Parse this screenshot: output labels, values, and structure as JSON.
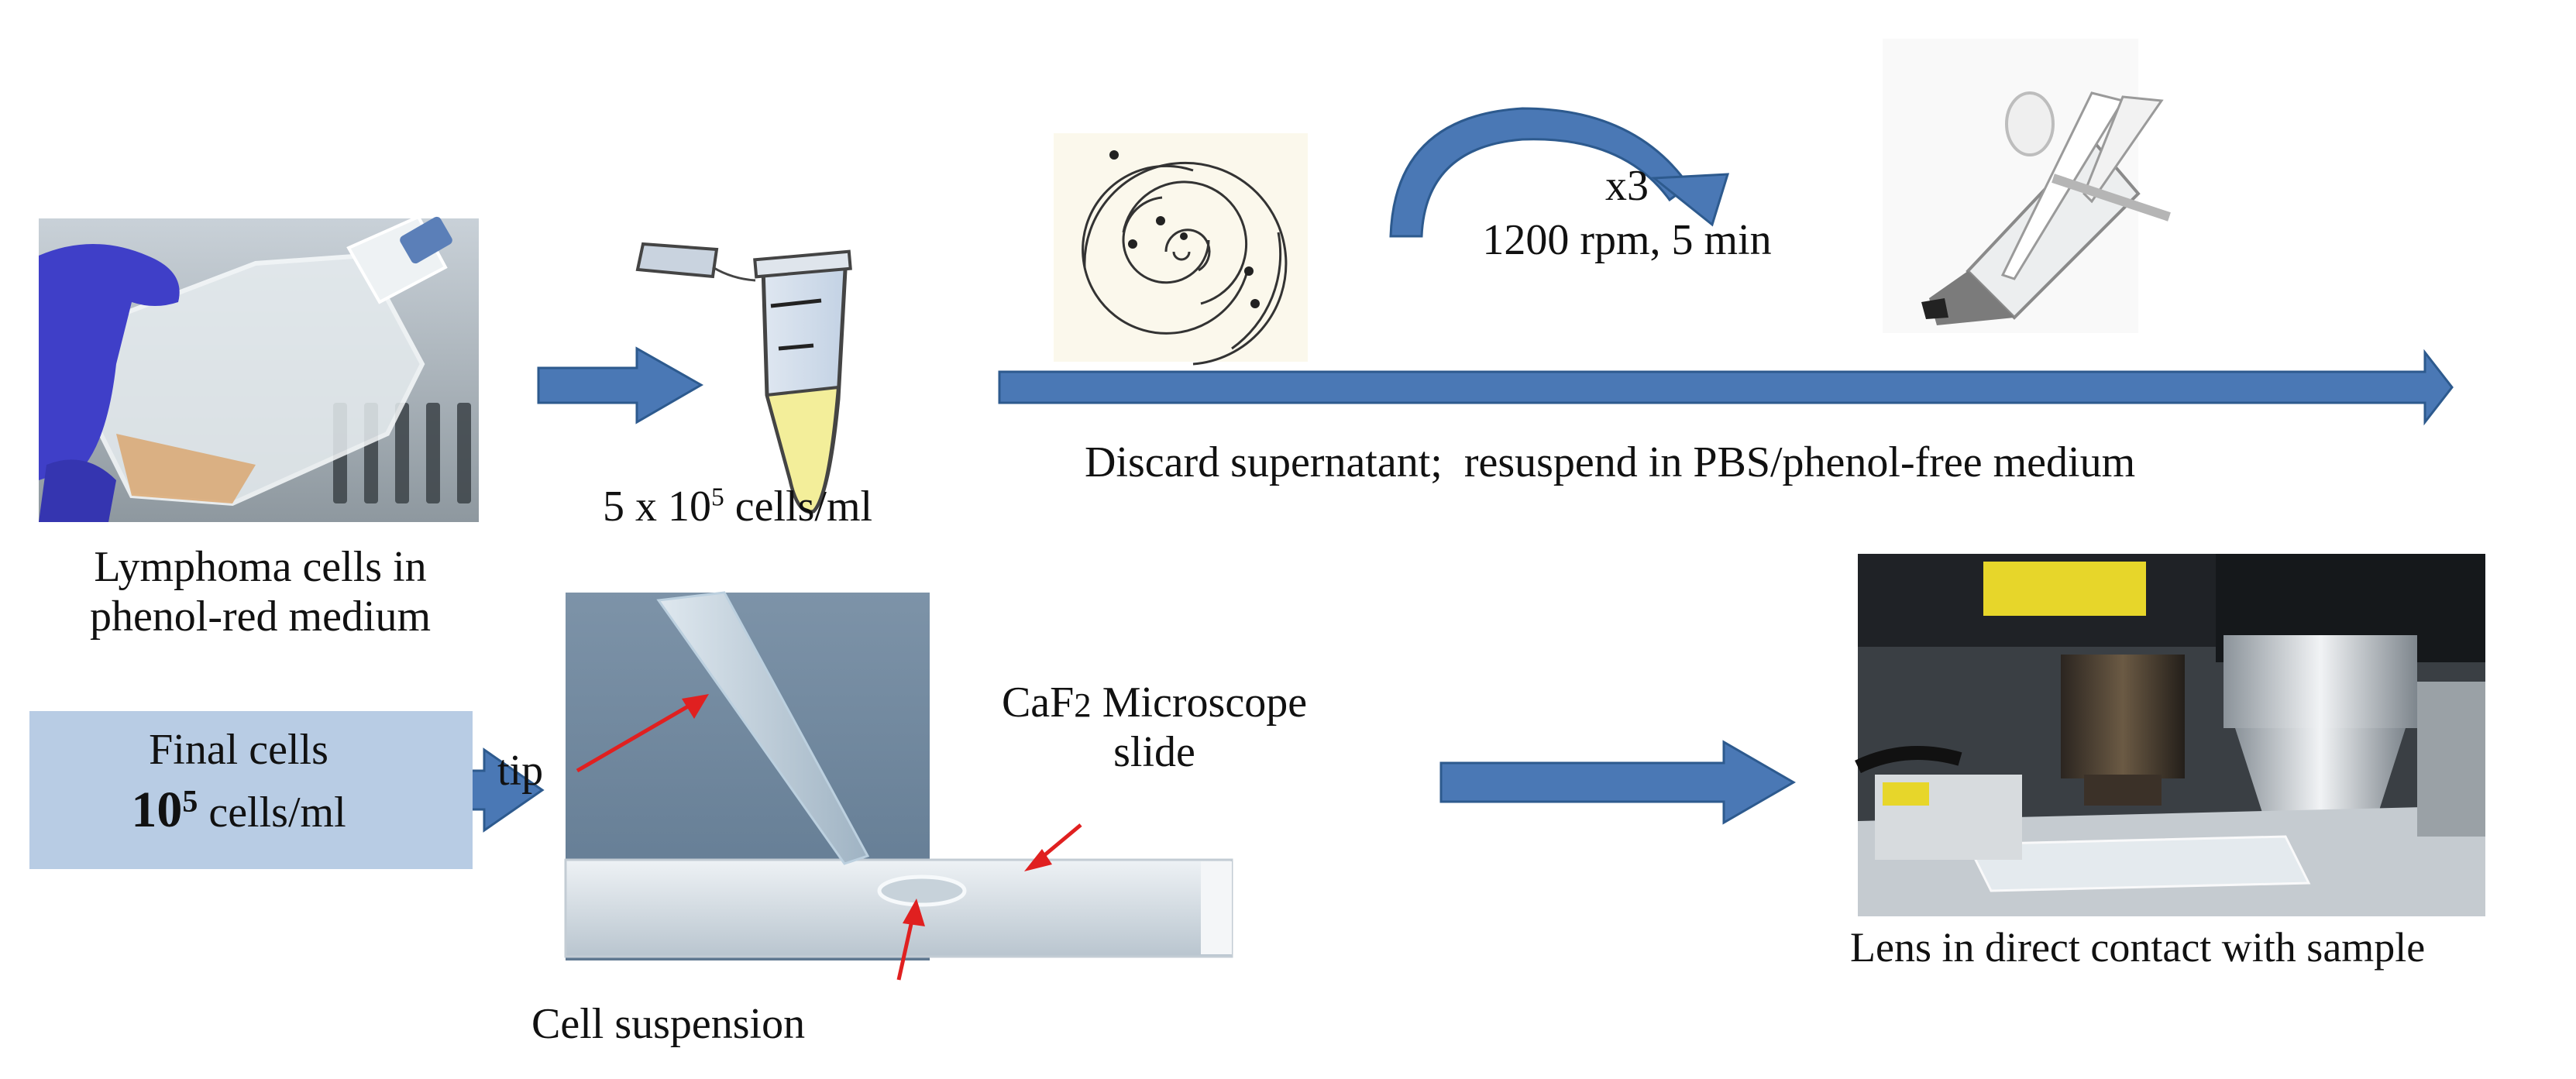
{
  "figure": {
    "steps": {
      "flask": {
        "caption_line1": "Lymphoma cells in",
        "caption_line2": "phenol-red medium"
      },
      "tube": {
        "concentration_prefix": "5 x 10",
        "concentration_exp": "5",
        "concentration_suffix": " cells/ml"
      },
      "centrifuge": {
        "repeat": "x3",
        "settings": "1200 rpm, 5 min",
        "arrow_caption": "Discard supernatant;  resuspend in PBS/phenol-free medium"
      },
      "final": {
        "line1": "Final cells",
        "conc_base": "10",
        "conc_exp": "5",
        "conc_suffix": " cells/ml"
      },
      "slide": {
        "tip_label": "tip",
        "slide_label_prefix": "CaF",
        "slide_label_sub": "2",
        "slide_label_suffix": " Microscope",
        "slide_label_line2": "slide",
        "suspension_label": "Cell suspension"
      },
      "microscope": {
        "caption": "Lens in direct contact with sample"
      }
    },
    "colors": {
      "arrow_fill": "#4a78b5",
      "arrow_edge": "#2d5a8e",
      "box_fill": "#b8cce4",
      "pointer_red": "#e02020",
      "medium_yellow": "#f3ee9a"
    }
  }
}
